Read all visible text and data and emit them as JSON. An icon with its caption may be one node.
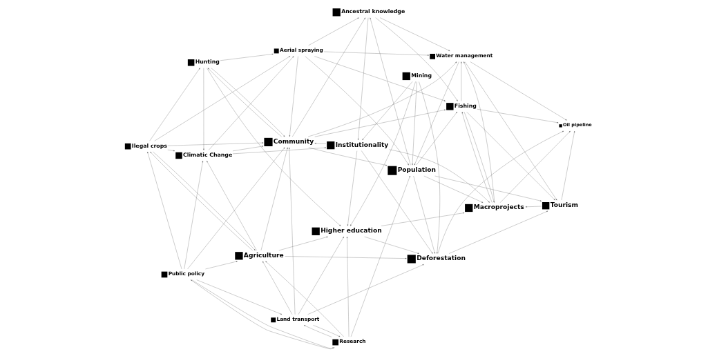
{
  "diagram": {
    "nodes": [
      {
        "text": [
          "Land transport"
        ]
      },
      {
        "text": [
          "Higher education"
        ]
      },
      {
        "text": [
          "Deforestation"
        ]
      },
      {
        "text": [
          "Oil pipeline"
        ]
      },
      {
        "text": [
          "Tourism"
        ]
      },
      {
        "text": [
          "Mining"
        ]
      },
      {
        "text": [
          "Institutionality"
        ]
      },
      {
        "text": [
          "Macroprojects"
        ]
      },
      {
        "text": [
          "Research"
        ]
      },
      {
        "text": [
          "Population"
        ]
      },
      {
        "text": [
          "Public policy"
        ]
      },
      {
        "text": [
          "Agriculture"
        ]
      },
      {
        "text": [
          "Community"
        ]
      },
      {
        "text": [
          "Fishing"
        ]
      },
      {
        "text": [
          "Water management"
        ]
      },
      {
        "text": [
          "Ancestral knowledge"
        ]
      },
      {
        "text": [
          "Ilegal crops"
        ]
      },
      {
        "text": [
          "Hunting"
        ]
      },
      {
        "text": [
          "Climatic Change"
        ]
      },
      {
        "text": [
          "Aerial spraying"
        ]
      }
    ],
    "edges": [
      {
        "from": 0,
        "to": 1,
        "arrow": "to"
      },
      {
        "from": 8,
        "to": 0,
        "arrow": "to"
      },
      {
        "from": 0,
        "to": 8,
        "arrow": "to"
      },
      {
        "from": 0,
        "to": 11,
        "arrow": "to"
      },
      {
        "from": 0,
        "to": 12,
        "arrow": "to"
      },
      {
        "from": 0,
        "to": 2,
        "arrow": "to"
      },
      {
        "from": 10,
        "to": 0,
        "arrow": "to"
      },
      {
        "from": 1,
        "to": 2,
        "arrow": "to"
      },
      {
        "from": 2,
        "to": 4,
        "arrow": "to"
      },
      {
        "from": 1,
        "to": 7,
        "arrow": "to"
      },
      {
        "from": 2,
        "to": 3,
        "arrow": "to"
      },
      {
        "from": 4,
        "to": 3,
        "arrow": "to"
      },
      {
        "from": 7,
        "to": 3,
        "arrow": "to"
      },
      {
        "from": 13,
        "to": 3,
        "arrow": "to"
      },
      {
        "from": 14,
        "to": 3,
        "arrow": "to"
      },
      {
        "from": 5,
        "to": 6,
        "arrow": "to"
      },
      {
        "from": 5,
        "to": 2,
        "arrow": "to"
      },
      {
        "from": 5,
        "to": 1,
        "arrow": "to"
      },
      {
        "from": 5,
        "to": 9,
        "arrow": "to"
      },
      {
        "from": 6,
        "to": 1,
        "arrow": "to"
      },
      {
        "from": 6,
        "to": 2,
        "arrow": "to"
      },
      {
        "from": 6,
        "to": 7,
        "arrow": "to"
      },
      {
        "from": 6,
        "to": 12,
        "arrow": "to"
      },
      {
        "from": 8,
        "to": 10,
        "arrow": "to"
      },
      {
        "from": 10,
        "to": 8,
        "arrow": "to"
      },
      {
        "from": 8,
        "to": 9,
        "arrow": "to"
      },
      {
        "from": 8,
        "to": 11,
        "arrow": "to"
      },
      {
        "from": 8,
        "to": 1,
        "arrow": "to"
      },
      {
        "from": 9,
        "to": 7,
        "arrow": "to"
      },
      {
        "from": 9,
        "to": 4,
        "arrow": "to"
      },
      {
        "from": 9,
        "to": 13,
        "arrow": "to"
      },
      {
        "from": 9,
        "to": 2,
        "arrow": "to"
      },
      {
        "from": 9,
        "to": 15,
        "arrow": "to"
      },
      {
        "from": 10,
        "to": 11,
        "arrow": "to"
      },
      {
        "from": 10,
        "to": 16,
        "arrow": "to"
      },
      {
        "from": 10,
        "to": 18,
        "arrow": "to"
      },
      {
        "from": 10,
        "to": 12,
        "arrow": "to"
      },
      {
        "from": 11,
        "to": 12,
        "arrow": "to"
      },
      {
        "from": 11,
        "to": 2,
        "arrow": "to"
      },
      {
        "from": 11,
        "to": 16,
        "arrow": "to"
      },
      {
        "from": 11,
        "to": 18,
        "arrow": "to"
      },
      {
        "from": 11,
        "to": 1,
        "arrow": "to"
      },
      {
        "from": 12,
        "to": 9,
        "arrow": "to"
      },
      {
        "from": 12,
        "to": 13,
        "arrow": "to"
      },
      {
        "from": 12,
        "to": 17,
        "arrow": "to"
      },
      {
        "from": 17,
        "to": 12,
        "arrow": "to"
      },
      {
        "from": 12,
        "to": 15,
        "arrow": "to"
      },
      {
        "from": 12,
        "to": 14,
        "arrow": "to"
      },
      {
        "from": 13,
        "to": 14,
        "arrow": "to"
      },
      {
        "from": 13,
        "to": 4,
        "arrow": "to"
      },
      {
        "from": 13,
        "to": 7,
        "arrow": "to"
      },
      {
        "from": 7,
        "to": 13,
        "arrow": "to"
      },
      {
        "from": 7,
        "to": 14,
        "arrow": "to"
      },
      {
        "from": 4,
        "to": 7,
        "arrow": "to"
      },
      {
        "from": 15,
        "to": 13,
        "arrow": "to"
      },
      {
        "from": 15,
        "to": 14,
        "arrow": "to"
      },
      {
        "from": 15,
        "to": 6,
        "arrow": "to"
      },
      {
        "from": 16,
        "to": 11,
        "arrow": "to"
      },
      {
        "from": 16,
        "to": 18,
        "arrow": "to"
      },
      {
        "from": 16,
        "to": 17,
        "arrow": "to"
      },
      {
        "from": 16,
        "to": 12,
        "arrow": "to"
      },
      {
        "from": 17,
        "to": 18,
        "arrow": "to"
      },
      {
        "from": 17,
        "to": 19,
        "arrow": "to"
      },
      {
        "from": 17,
        "to": 1,
        "arrow": "to"
      },
      {
        "from": 18,
        "to": 19,
        "arrow": "to"
      },
      {
        "from": 18,
        "to": 12,
        "arrow": "to"
      },
      {
        "from": 18,
        "to": 6,
        "arrow": "to"
      },
      {
        "from": 19,
        "to": 15,
        "arrow": "to"
      },
      {
        "from": 19,
        "to": 13,
        "arrow": "to"
      },
      {
        "from": 19,
        "to": 14,
        "arrow": "to"
      },
      {
        "from": 19,
        "to": 9,
        "arrow": "to"
      },
      {
        "from": 19,
        "to": 12,
        "arrow": "to"
      },
      {
        "from": 16,
        "to": 19,
        "arrow": "to"
      },
      {
        "from": 14,
        "to": 9,
        "arrow": "to"
      },
      {
        "from": 14,
        "to": 4,
        "arrow": "to"
      }
    ]
  }
}
